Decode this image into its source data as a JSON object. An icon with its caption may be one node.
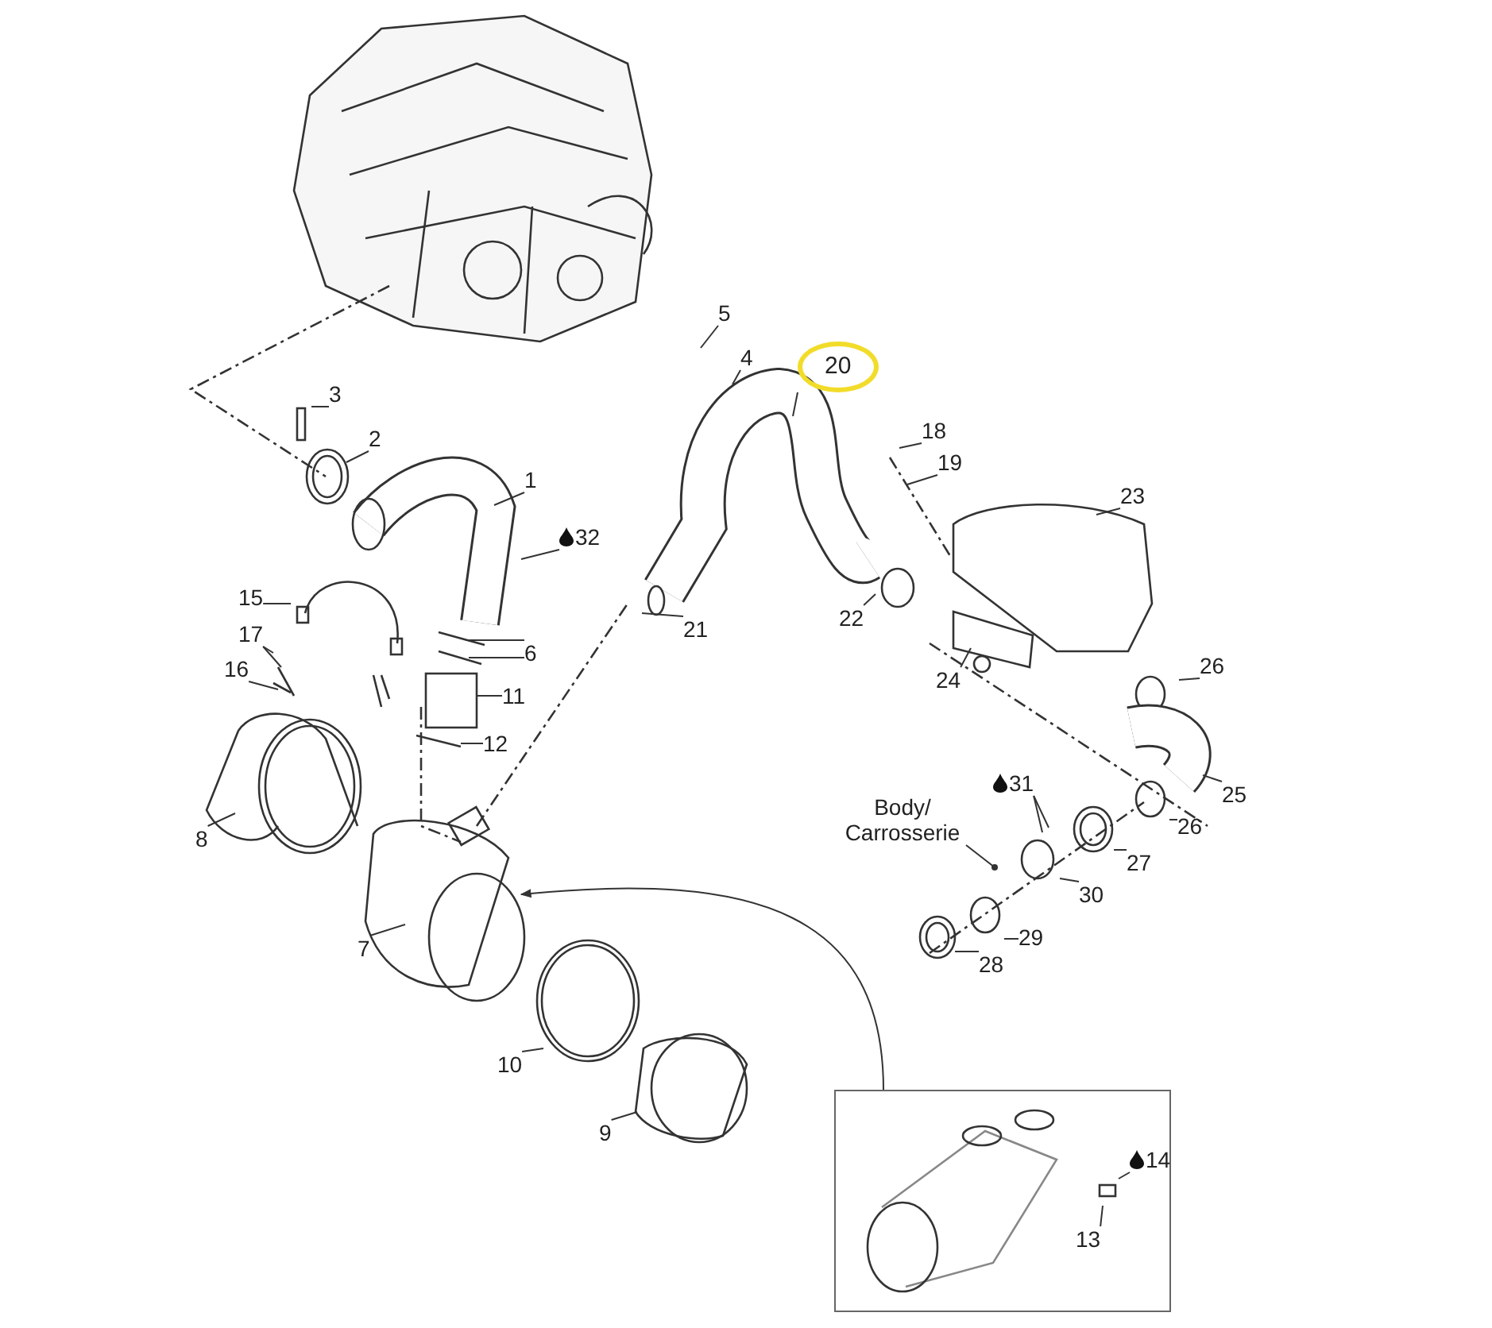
{
  "diagram": {
    "nodes": [
      {
        "text": [
          "5"
        ]
      },
      {
        "text": [
          "20"
        ]
      },
      {
        "text": [
          "4"
        ]
      },
      {
        "text": [
          "3"
        ]
      },
      {
        "text": [
          "18"
        ]
      },
      {
        "text": [
          "2"
        ]
      },
      {
        "text": [
          "19"
        ]
      },
      {
        "text": [
          "1"
        ]
      },
      {
        "text": [
          "23"
        ]
      },
      {
        "text": [
          "32"
        ]
      },
      {
        "text": [
          "22"
        ]
      },
      {
        "text": [
          "15"
        ]
      },
      {
        "text": [
          "21"
        ]
      },
      {
        "text": [
          "17"
        ]
      },
      {
        "text": [
          "6"
        ]
      },
      {
        "text": [
          "16"
        ]
      },
      {
        "text": [
          "24"
        ]
      },
      {
        "text": [
          "26"
        ]
      },
      {
        "text": [
          "11"
        ]
      },
      {
        "text": [
          "12"
        ]
      },
      {
        "text": [
          "31"
        ]
      },
      {
        "text": [
          "25"
        ]
      },
      {
        "text": [
          "Body/ Carrosserie"
        ]
      },
      {
        "text": [
          "26"
        ]
      },
      {
        "text": [
          "8"
        ]
      },
      {
        "text": [
          "27"
        ]
      },
      {
        "text": [
          "30"
        ]
      },
      {
        "text": [
          "29"
        ]
      },
      {
        "text": [
          "7"
        ]
      },
      {
        "text": [
          "28"
        ]
      },
      {
        "text": [
          "10"
        ]
      },
      {
        "text": [
          "9"
        ]
      },
      {
        "text": [],
        "shape": "box"
      },
      {
        "text": [
          "14"
        ],
        "in": 32
      },
      {
        "text": [
          "13"
        ],
        "in": 32
      }
    ],
    "edges": [
      {
        "from": 0,
        "to": null,
        "arrow": "none"
      },
      {
        "from": 1,
        "to": null,
        "arrow": "none"
      },
      {
        "from": 2,
        "to": null,
        "arrow": "none"
      },
      {
        "from": 3,
        "to": null,
        "arrow": "none"
      },
      {
        "from": 4,
        "to": null,
        "arrow": "none"
      },
      {
        "from": 5,
        "to": null,
        "arrow": "none"
      },
      {
        "from": 6,
        "to": null,
        "arrow": "none"
      },
      {
        "from": 7,
        "to": null,
        "arrow": "none"
      },
      {
        "from": 8,
        "to": null,
        "arrow": "none"
      },
      {
        "from": 9,
        "to": null,
        "arrow": "none"
      },
      {
        "from": 10,
        "to": null,
        "arrow": "none"
      },
      {
        "from": 11,
        "to": null,
        "arrow": "none"
      },
      {
        "from": 12,
        "to": null,
        "arrow": "none"
      },
      {
        "from": 13,
        "to": null,
        "arrow": "none"
      },
      {
        "from": 13,
        "to": null,
        "arrow": "none"
      },
      {
        "from": 14,
        "to": null,
        "arrow": "none"
      },
      {
        "from": 14,
        "to": null,
        "arrow": "none"
      },
      {
        "from": 15,
        "to": null,
        "arrow": "none"
      },
      {
        "from": 16,
        "to": null,
        "arrow": "none"
      },
      {
        "from": 17,
        "to": null,
        "arrow": "none"
      },
      {
        "from": 18,
        "to": null,
        "arrow": "none"
      },
      {
        "from": 19,
        "to": null,
        "arrow": "none"
      },
      {
        "from": 20,
        "to": null,
        "arrow": "none"
      },
      {
        "from": 20,
        "to": null,
        "arrow": "none"
      },
      {
        "from": 21,
        "to": null,
        "arrow": "none"
      },
      {
        "from": 22,
        "to": null,
        "arrow": "other"
      },
      {
        "from": 23,
        "to": null,
        "arrow": "none"
      },
      {
        "from": 24,
        "to": null,
        "arrow": "none"
      },
      {
        "from": 25,
        "to": null,
        "arrow": "none"
      },
      {
        "from": 26,
        "to": null,
        "arrow": "none"
      },
      {
        "from": 27,
        "to": null,
        "arrow": "none"
      },
      {
        "from": 28,
        "to": null,
        "arrow": "none"
      },
      {
        "from": 29,
        "to": null,
        "arrow": "none"
      },
      {
        "from": 30,
        "to": null,
        "arrow": "none"
      },
      {
        "from": 31,
        "to": null,
        "arrow": "none"
      },
      {
        "from": 32,
        "to": null,
        "arrow": "to"
      },
      {
        "from": 33,
        "to": null,
        "arrow": "none"
      },
      {
        "from": 34,
        "to": null,
        "arrow": "none"
      }
    ]
  }
}
